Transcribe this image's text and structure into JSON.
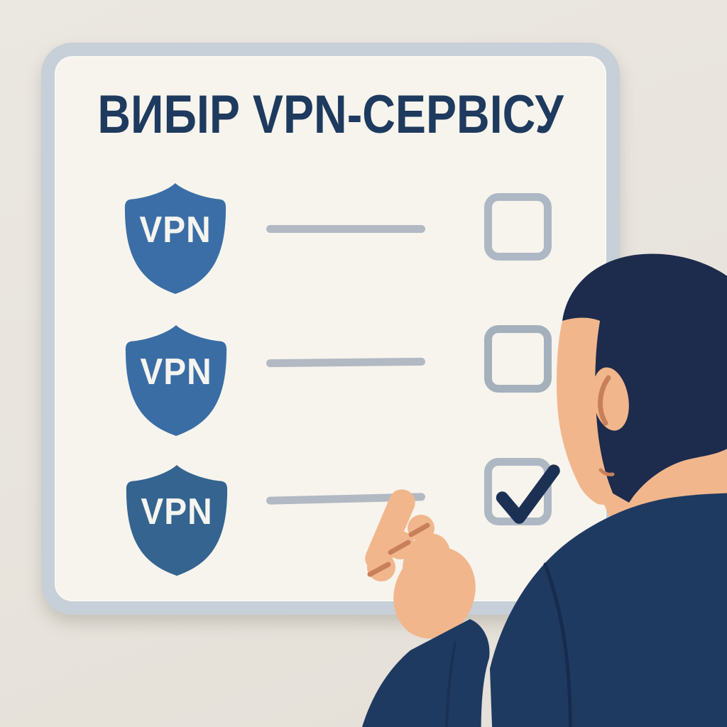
{
  "poster": {
    "title": "ВИБІР VPN-СЕРВІСУ",
    "items": [
      {
        "icon": "vpn-shield-icon",
        "label": "VPN",
        "checked": false,
        "shield_color": "#3b6ea6"
      },
      {
        "icon": "vpn-shield-icon",
        "label": "VPN",
        "checked": false,
        "shield_color": "#3a6da4"
      },
      {
        "icon": "vpn-shield-icon",
        "label": "VPN",
        "checked": true,
        "shield_color": "#34648f"
      }
    ]
  },
  "illustration": {
    "subject": "man seen from behind pointing at third checklist item",
    "pointing_at_item": 3
  },
  "icons": {
    "shield": "vpn-shield-icon",
    "checkmark": "checkmark-icon"
  },
  "colors": {
    "background": "#e9e5de",
    "board_fill": "#f7f4ed",
    "board_border": "#c7cfd8",
    "title_text": "#1e3a5e",
    "shield_blue": "#3a6da4",
    "shield_label": "#f6f4ef",
    "placeholder_line": "#b2b9c3",
    "checkbox_border": "#aeb8c4",
    "checkmark": "#1c3054",
    "hair": "#1d2b4c",
    "jacket": "#1f3a61",
    "jacket_fold": "#16294a",
    "skin": "#f2b68c",
    "skin_detail": "#c8805c"
  }
}
